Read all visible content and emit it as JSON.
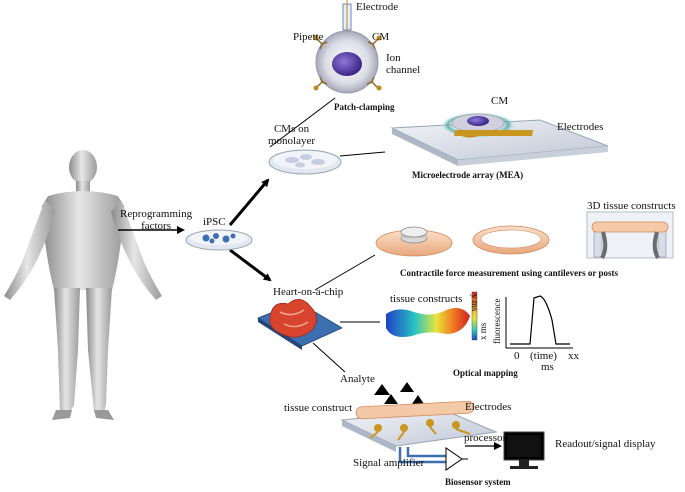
{
  "labels": {
    "electrode": "Electrode",
    "pipette": "Pipette",
    "cm_patch": "CM",
    "ion_channel": "Ion\nchannel",
    "patch_clamping": "Patch-clamping",
    "cms_on_monolayer": "CMs on\nmonolayer",
    "cm_mea": "CM",
    "electrodes_mea": "Electrodes",
    "mea_title": "Microelectrode array (MEA)",
    "reprogramming_factors": "Reprogramming\nfactors",
    "ipsc": "iPSC",
    "heart_on_chip": "Heart-on-a-chip",
    "tissue_3d": "3D tissue constructs",
    "contractile_title": "Contractile force measurement using cantilevers or posts",
    "tissue_constructs": "tissue constructs",
    "y_ms": "y ms",
    "x_ms": "x ms",
    "fluorescence": "fluorescence",
    "t_zero": "0",
    "t_time": "(time)",
    "t_xx": "xx",
    "t_ms": "ms",
    "optical_mapping": "Optical mapping",
    "analyte": "Analyte",
    "tissue_construct": "tissue construct",
    "electrodes_bio": "Electrodes",
    "processor": "processor",
    "readout": "Readout/signal display",
    "signal_amplifier": "Signal amplifier",
    "biosensor_title": "Biosensor system"
  },
  "colors": {
    "cell_membrane": "#c9c9d6",
    "nucleus": "#5b3fa6",
    "glow": "#3aa6a0",
    "gold": "#c08a1c",
    "tissue": "#f2c7a5",
    "heart": "#d8452e",
    "chip_blue": "#3c6fb0",
    "glass": "#d9dee8"
  }
}
